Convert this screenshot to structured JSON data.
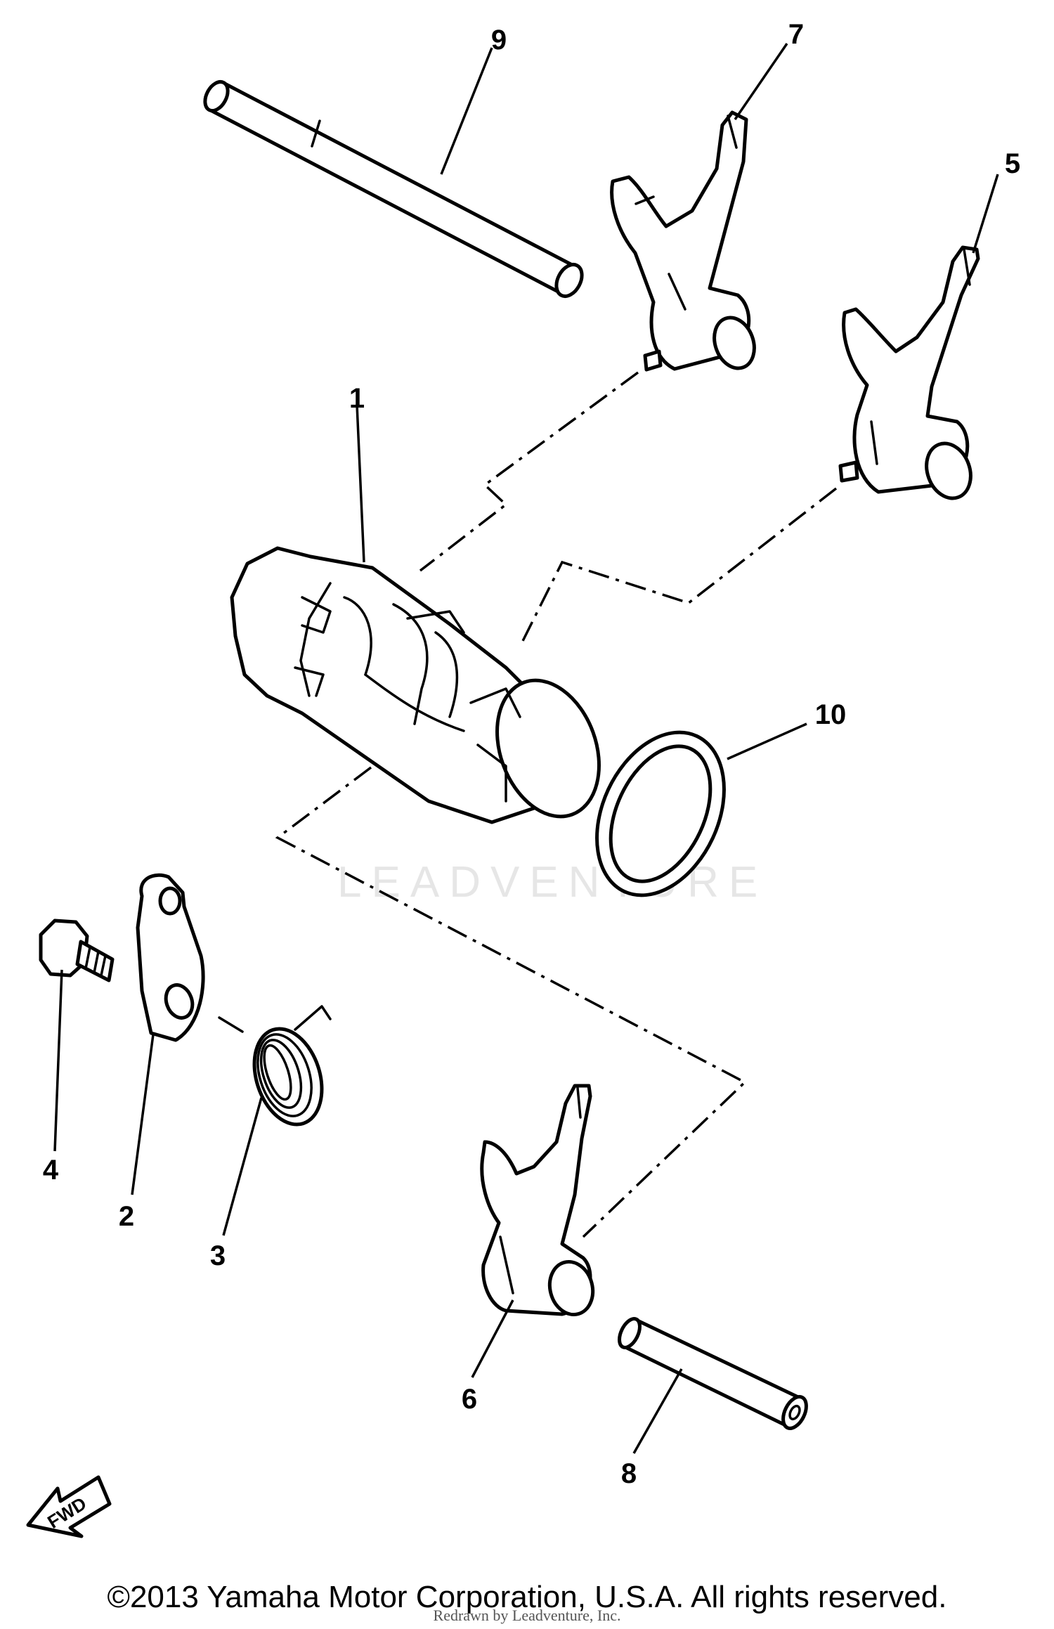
{
  "diagram": {
    "callouts": {
      "c1": "1",
      "c2": "2",
      "c3": "3",
      "c4": "4",
      "c5": "5",
      "c6": "6",
      "c7": "7",
      "c8": "8",
      "c9": "9",
      "c10": "10"
    },
    "fwd_label": "FWD",
    "watermark": "LEADVENTURE",
    "copyright": "©2013 Yamaha Motor Corporation, U.S.A. All rights reserved.",
    "redrawn_note": "Redrawn by Leadventure, Inc."
  }
}
